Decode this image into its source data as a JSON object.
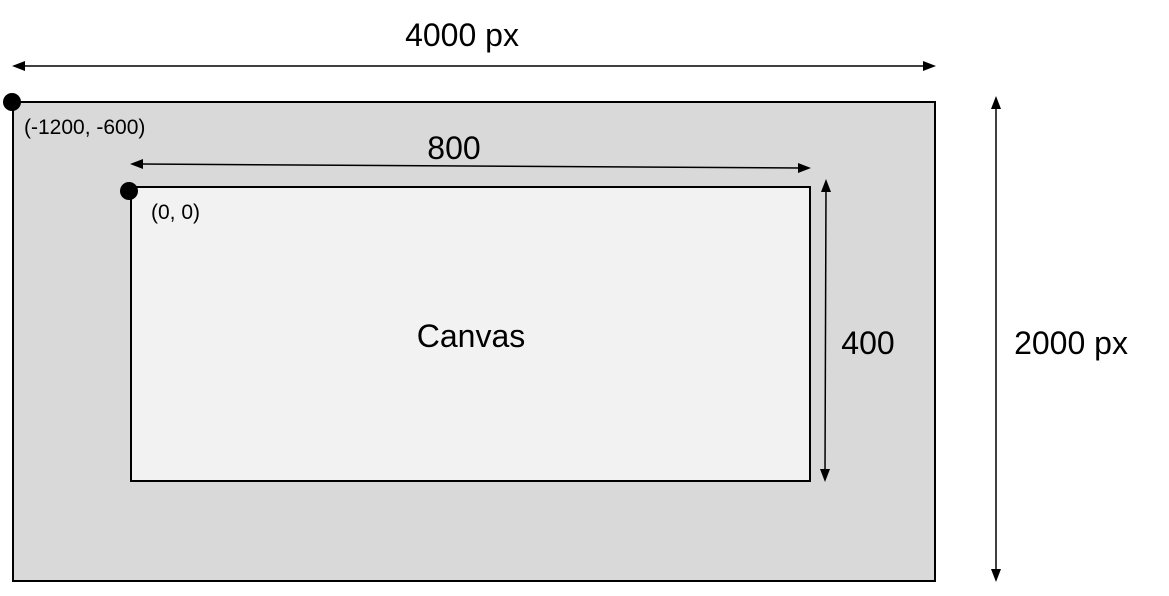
{
  "outer_area": {
    "width_label": "4000 px",
    "height_label": "2000 px",
    "origin_label": "(-1200, -600)",
    "fill_color": "#d9d9d9"
  },
  "canvas": {
    "title": "Canvas",
    "width_label": "800",
    "height_label": "400",
    "origin_label": "(0, 0)",
    "fill_color": "#f2f2f2"
  }
}
